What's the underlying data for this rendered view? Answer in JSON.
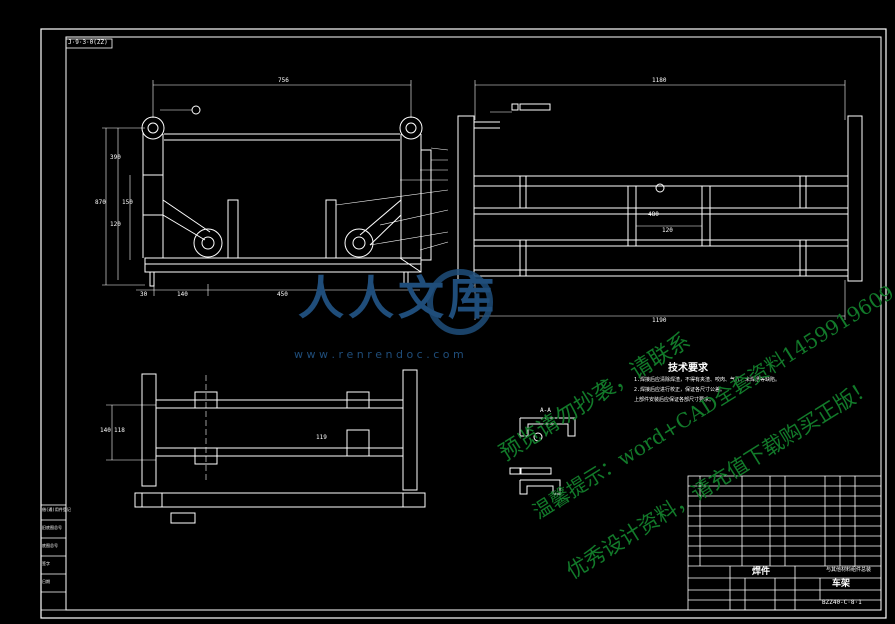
{
  "drawing": {
    "code_box": "J·9·3·0(ZZ)",
    "technical_requirements": {
      "title": "技术要求",
      "lines": [
        "1.焊接后应清除焊渣，不得有夹渣、咬肉、气孔、未焊透等缺陷。",
        "2.焊接后应进行校正，保证各尺寸公差。",
        "上部件安装后应保证各部尺寸要求。"
      ]
    },
    "section_label": "A-A",
    "dimensions": {
      "front_top": "756",
      "front_bottom": [
        "30",
        "140",
        "450"
      ],
      "side_top": "1180",
      "side_bottom": "1190",
      "side_inner": [
        "480",
        "120"
      ],
      "left_vert": [
        "870",
        "390",
        "120",
        "150"
      ],
      "plan_left": [
        "140",
        "118"
      ],
      "plan_inner": "119"
    },
    "title_block": {
      "part_name": "焊件",
      "assembly_name": "车架",
      "drawing_no": "BZZ40-C·8·1",
      "material_note": "与其他材料组件总装"
    },
    "left_strip": [
      "借(通)用件登记",
      "旧底图总号",
      "底图总号",
      "签字",
      "日期"
    ]
  },
  "watermark": {
    "brand": "人人文库",
    "url": "w w w . r e n r e n d o c . c o m",
    "line1": "预览请勿抄袭，请联系",
    "line2": "温馨提示：word+CAD全套资料1459919609",
    "line3": "优秀设计资料，请充值下载购买正版！"
  }
}
